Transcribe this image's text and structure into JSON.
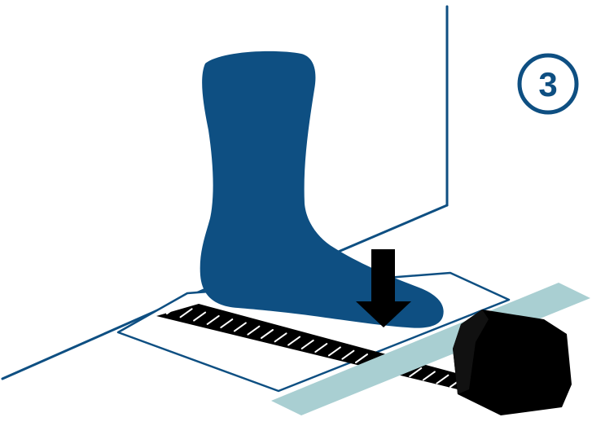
{
  "step": {
    "number": "3"
  },
  "colors": {
    "navy": "#0E4F82",
    "dark_navy": "#0C3F6B",
    "light_teal": "#A9CFD2",
    "black": "#000000",
    "white": "#FFFFFF"
  },
  "illustration": {
    "subject": "foot-on-paper-with-tape-measure",
    "icons": [
      "foot-icon",
      "down-arrow-icon",
      "tape-measure-icon",
      "step-number-badge"
    ]
  }
}
